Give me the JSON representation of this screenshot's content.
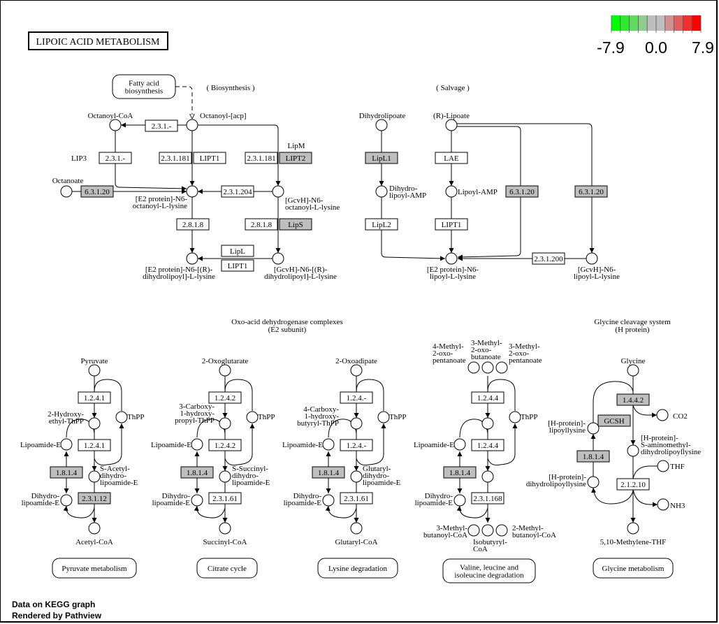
{
  "title": "LIPOIC ACID METABOLISM",
  "legend": {
    "min_label": "-7.9",
    "mid_label": "0.0",
    "max_label": "7.9",
    "colors": [
      "#00ff00",
      "#30e830",
      "#5edc5e",
      "#90cc90",
      "#bebebe",
      "#bebebe",
      "#d09090",
      "#e06060",
      "#ee3030",
      "#ff0000"
    ]
  },
  "colors": {
    "no_data": "#ffffff",
    "mapped_gray": "#bebebe",
    "stroke": "#000000"
  },
  "section_labels": [
    {
      "id": "biosynthesis",
      "text": "( Biosynthesis )"
    },
    {
      "id": "salvage",
      "text": "( Salvage )"
    },
    {
      "id": "oxo-acid",
      "lines": [
        "Oxo-acid dehydrogenase complexes",
        "(E2 subunit)"
      ]
    },
    {
      "id": "glycine-cleavage",
      "lines": [
        "Glycine cleavage system",
        "(H protein)"
      ]
    }
  ],
  "pathway_links": [
    {
      "id": "fatty-acid-biosynthesis",
      "lines": [
        "Fatty acid",
        "biosynthesis"
      ]
    },
    {
      "id": "pyruvate-metabolism",
      "lines": [
        "Pyruvate metabolism"
      ]
    },
    {
      "id": "citrate-cycle",
      "lines": [
        "Citrate cycle"
      ]
    },
    {
      "id": "lysine-degradation",
      "lines": [
        "Lysine degradation"
      ]
    },
    {
      "id": "valine-leucine-isoleucine-degradation",
      "lines": [
        "Valine, leucine and",
        "isoleucine degradation"
      ]
    },
    {
      "id": "glycine-metabolism",
      "lines": [
        "Glycine metabolism"
      ]
    }
  ],
  "genes": [
    {
      "id": "g-2.3.1-top",
      "label": "2.3.1.-",
      "mapped": false
    },
    {
      "id": "g-lip3-2.3.1",
      "label": "2.3.1.-",
      "mapped": false
    },
    {
      "id": "g-6.3.1.20-octanoate",
      "label": "6.3.1.20",
      "mapped": true
    },
    {
      "id": "g-2.3.1.181-a",
      "label": "2.3.1.181",
      "mapped": false
    },
    {
      "id": "g-lipt1-a",
      "label": "LIPT1",
      "mapped": false
    },
    {
      "id": "g-2.3.1.181-b",
      "label": "2.3.1.181",
      "mapped": false
    },
    {
      "id": "g-lipt2",
      "label": "LIPT2",
      "mapped": true
    },
    {
      "id": "g-2.3.1.204",
      "label": "2.3.1.204",
      "mapped": false
    },
    {
      "id": "g-2.8.1.8-a",
      "label": "2.8.1.8",
      "mapped": false
    },
    {
      "id": "g-2.8.1.8-b",
      "label": "2.8.1.8",
      "mapped": false
    },
    {
      "id": "g-lips",
      "label": "LipS",
      "mapped": true
    },
    {
      "id": "g-lipl",
      "label": "LipL",
      "mapped": false
    },
    {
      "id": "g-lipt1-b",
      "label": "LIPT1",
      "mapped": false
    },
    {
      "id": "g-lipl1",
      "label": "LipL1",
      "mapped": true
    },
    {
      "id": "g-lae",
      "label": "LAE",
      "mapped": false
    },
    {
      "id": "g-6.3.1.20-salv-a",
      "label": "6.3.1.20",
      "mapped": true
    },
    {
      "id": "g-6.3.1.20-salv-b",
      "label": "6.3.1.20",
      "mapped": true
    },
    {
      "id": "g-lipl2",
      "label": "LipL2",
      "mapped": false
    },
    {
      "id": "g-lipt1-c",
      "label": "LIPT1",
      "mapped": false
    },
    {
      "id": "g-2.3.1.200",
      "label": "2.3.1.200",
      "mapped": false
    },
    {
      "id": "g-pyr-1.2.4.1-a",
      "label": "1.2.4.1",
      "mapped": false
    },
    {
      "id": "g-pyr-1.2.4.1-b",
      "label": "1.2.4.1",
      "mapped": false
    },
    {
      "id": "g-pyr-1.8.1.4",
      "label": "1.8.1.4",
      "mapped": true
    },
    {
      "id": "g-pyr-2.3.1.12",
      "label": "2.3.1.12",
      "mapped": true
    },
    {
      "id": "g-cit-1.2.4.2-a",
      "label": "1.2.4.2",
      "mapped": false
    },
    {
      "id": "g-cit-1.2.4.2-b",
      "label": "1.2.4.2",
      "mapped": false
    },
    {
      "id": "g-cit-1.8.1.4",
      "label": "1.8.1.4",
      "mapped": true
    },
    {
      "id": "g-cit-2.3.1.61",
      "label": "2.3.1.61",
      "mapped": false
    },
    {
      "id": "g-lys-1.2.4-a",
      "label": "1.2.4.-",
      "mapped": false
    },
    {
      "id": "g-lys-1.2.4-b",
      "label": "1.2.4.-",
      "mapped": false
    },
    {
      "id": "g-lys-1.8.1.4",
      "label": "1.8.1.4",
      "mapped": true
    },
    {
      "id": "g-lys-2.3.1.61",
      "label": "2.3.1.61",
      "mapped": false
    },
    {
      "id": "g-val-1.2.4.4-a",
      "label": "1.2.4.4",
      "mapped": false
    },
    {
      "id": "g-val-1.2.4.4-b",
      "label": "1.2.4.4",
      "mapped": false
    },
    {
      "id": "g-val-1.8.1.4",
      "label": "1.8.1.4",
      "mapped": true
    },
    {
      "id": "g-val-2.3.1.168",
      "label": "2.3.1.168",
      "mapped": false
    },
    {
      "id": "g-gly-1.4.4.2",
      "label": "1.4.4.2",
      "mapped": true
    },
    {
      "id": "g-gly-gcsh",
      "label": "GCSH",
      "mapped": true
    },
    {
      "id": "g-gly-1.8.1.4",
      "label": "1.8.1.4",
      "mapped": true
    },
    {
      "id": "g-gly-2.1.2.10",
      "label": "2.1.2.10",
      "mapped": false
    }
  ],
  "gene_labels": [
    {
      "id": "lip3",
      "text": "LIP3"
    },
    {
      "id": "lipm",
      "text": "LipM"
    }
  ],
  "compounds": [
    {
      "id": "octanoyl-coa",
      "lines": [
        "Octanoyl-CoA"
      ]
    },
    {
      "id": "octanoyl-acp",
      "lines": [
        "Octanoyl-[acp]"
      ]
    },
    {
      "id": "octanoate",
      "lines": [
        "Octanoate"
      ]
    },
    {
      "id": "e2-octanoyl",
      "lines": [
        "[E2 protein]-N6-",
        "octanoyl-L-lysine"
      ]
    },
    {
      "id": "gcvh-octanoyl",
      "lines": [
        "[GcvH]-N6-",
        "octanoyl-L-lysine"
      ]
    },
    {
      "id": "e2-dihydrolipoyl",
      "lines": [
        "[E2 protein]-N6-[(R)-",
        "dihydrolipoyl]-L-lysine"
      ]
    },
    {
      "id": "gcvh-dihydrolipoyl",
      "lines": [
        "[GcvH]-N6-[(R)-",
        "dihydrolipoyl]-L-lysine"
      ]
    },
    {
      "id": "dihydrolipoate",
      "lines": [
        "Dihydrolipoate"
      ]
    },
    {
      "id": "r-lipoate",
      "lines": [
        "(R)-Lipoate"
      ]
    },
    {
      "id": "dihydrolipoyl-amp",
      "lines": [
        "Dihydro-",
        "lipoyl-AMP"
      ]
    },
    {
      "id": "lipoyl-amp",
      "lines": [
        "Lipoyl-AMP"
      ]
    },
    {
      "id": "e2-lipoyl",
      "lines": [
        "[E2 protein]-N6-",
        "lipoyl-L-lysine"
      ]
    },
    {
      "id": "gcvh-lipoyl",
      "lines": [
        "[GcvH]-N6-",
        "lipoyl-L-lysine"
      ]
    },
    {
      "id": "pyruvate",
      "lines": [
        "Pyruvate"
      ]
    },
    {
      "id": "hydroxyethyl-thpp",
      "lines": [
        "2-Hydroxy-",
        "ethyl-ThPP"
      ]
    },
    {
      "id": "pyr-thpp",
      "lines": [
        "ThPP"
      ]
    },
    {
      "id": "pyr-lipoamide",
      "lines": [
        "Lipoamide-E"
      ]
    },
    {
      "id": "s-acetyl",
      "lines": [
        "S-Acetyl-",
        "dihydro-",
        "lipoamide-E"
      ]
    },
    {
      "id": "pyr-dihydrolipoamide",
      "lines": [
        "Dihydro-",
        "lipoamide-E"
      ]
    },
    {
      "id": "acetyl-coa",
      "lines": [
        "Acetyl-CoA"
      ]
    },
    {
      "id": "oxoglutarate",
      "lines": [
        "2-Oxoglutarate"
      ]
    },
    {
      "id": "carboxy-hydroxypropyl",
      "lines": [
        "3-Carboxy-",
        "1-hydroxy-",
        "propyl-ThPP"
      ]
    },
    {
      "id": "cit-thpp",
      "lines": [
        "ThPP"
      ]
    },
    {
      "id": "cit-lipoamide",
      "lines": [
        "Lipoamide-E"
      ]
    },
    {
      "id": "s-succinyl",
      "lines": [
        "S-Succinyl-",
        "dihydro-",
        "lipoamide-E"
      ]
    },
    {
      "id": "cit-dihydrolipoamide",
      "lines": [
        "Dihydro-",
        "lipoamide-E"
      ]
    },
    {
      "id": "succinyl-coa",
      "lines": [
        "Succinyl-CoA"
      ]
    },
    {
      "id": "oxoadipate",
      "lines": [
        "2-Oxoadipate"
      ]
    },
    {
      "id": "carboxy-hydroxybutyryl",
      "lines": [
        "4-Carboxy-",
        "1-hydroxy-",
        "butyryl-ThPP"
      ]
    },
    {
      "id": "lys-thpp",
      "lines": [
        "ThPP"
      ]
    },
    {
      "id": "lys-lipoamide",
      "lines": [
        "Lipoamide-E"
      ]
    },
    {
      "id": "glutaryl-dihydro",
      "lines": [
        "Glutaryl-",
        "dihydro-",
        "lipoamide-E"
      ]
    },
    {
      "id": "lys-dihydrolipoamide",
      "lines": [
        "Dihydro-",
        "lipoamide-E"
      ]
    },
    {
      "id": "glutaryl-coa",
      "lines": [
        "Glutaryl-CoA"
      ]
    },
    {
      "id": "methyl-oxopentanoate-4",
      "lines": [
        "4-Methyl-",
        "2-oxo-",
        "pentanoate"
      ]
    },
    {
      "id": "methyl-oxobutanoate-3",
      "lines": [
        "3-Methyl-",
        "2-oxo-",
        "butanoate"
      ]
    },
    {
      "id": "methyl-oxopentanoate-3",
      "lines": [
        "3-Methyl-",
        "2-oxo-",
        "pentanoate"
      ]
    },
    {
      "id": "val-thpp",
      "lines": [
        "ThPP"
      ]
    },
    {
      "id": "val-lipoamide",
      "lines": [
        "Lipoamide-E"
      ]
    },
    {
      "id": "val-dihydrolipoamide",
      "lines": [
        "Dihydro-",
        "lipoamide-E"
      ]
    },
    {
      "id": "methylbutanoyl-coa-3",
      "lines": [
        "3-Methyl-",
        "butanoyl-CoA"
      ]
    },
    {
      "id": "isobutyryl-coa",
      "lines": [
        "Isobutyryl-",
        "CoA"
      ]
    },
    {
      "id": "methylbutanoyl-coa-2",
      "lines": [
        "2-Methyl-",
        "butanoyl-CoA"
      ]
    },
    {
      "id": "glycine",
      "lines": [
        "Glycine"
      ]
    },
    {
      "id": "co2",
      "lines": [
        "CO2"
      ]
    },
    {
      "id": "h-lipoyllysine",
      "lines": [
        "[H-protein]-",
        "lipoyllysine"
      ]
    },
    {
      "id": "h-aminomethyl",
      "lines": [
        "[H-protein]-",
        "S-aminomethyl-",
        "dihydrolipoyllysine"
      ]
    },
    {
      "id": "h-dihydrolipoyllysine",
      "lines": [
        "[H-protein]-",
        "dihydrolipoyllysine"
      ]
    },
    {
      "id": "thf",
      "lines": [
        "THF"
      ]
    },
    {
      "id": "nh3",
      "lines": [
        "NH3"
      ]
    },
    {
      "id": "methylene-thf",
      "lines": [
        "5,10-Methylene-THF"
      ]
    }
  ],
  "footer": {
    "line1": "Data on KEGG graph",
    "line2": "Rendered by Pathview"
  }
}
